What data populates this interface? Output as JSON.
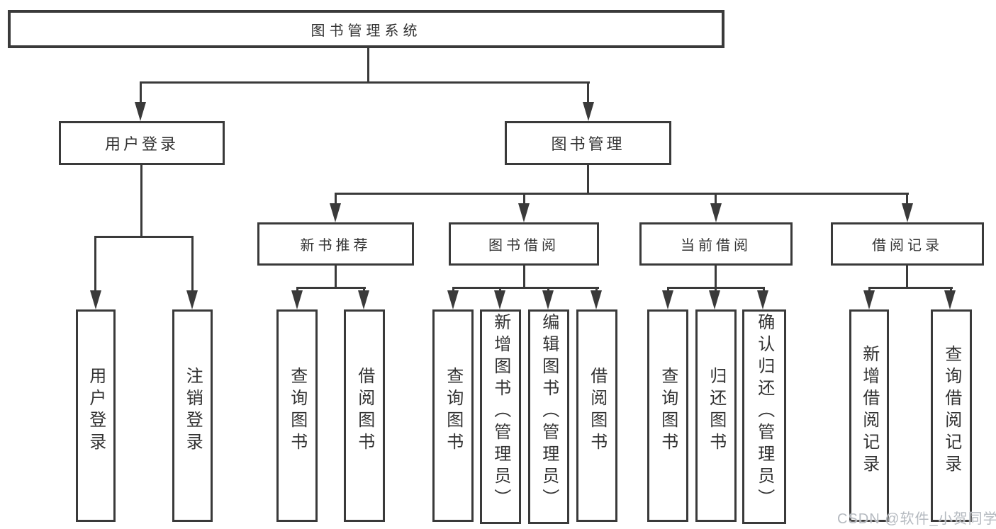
{
  "diagram_title": "图书管理系统",
  "tree": {
    "root": "图书管理系统",
    "branches": [
      {
        "label": "用户登录",
        "children": [
          "用户登录",
          "注销登录"
        ]
      },
      {
        "label": "图书管理",
        "children": [
          {
            "label": "新书推荐",
            "children": [
              "查询图书",
              "借阅图书"
            ]
          },
          {
            "label": "图书借阅",
            "children": [
              "查询图书",
              "新增图书（管理员）",
              "编辑图书（管理员）",
              "借阅图书"
            ]
          },
          {
            "label": "当前借阅",
            "children": [
              "查询图书",
              "归还图书",
              "确认归还（管理员）"
            ]
          },
          {
            "label": "借阅记录",
            "children": [
              "新增借阅记录",
              "查询借阅记录"
            ]
          }
        ]
      }
    ]
  },
  "watermark": "CSDN @软件_小贺同学",
  "colors": {
    "line": "#3a3a3a",
    "text": "#333333",
    "watermark": "#b5bac0",
    "background": "#ffffff"
  }
}
